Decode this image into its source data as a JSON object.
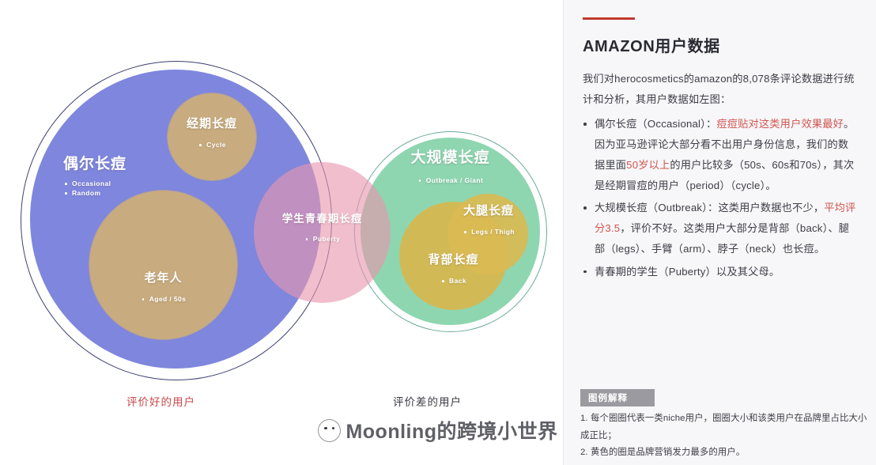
{
  "diagram": {
    "sets": [
      {
        "id": "occasional",
        "title": "偶尔长痘",
        "items": [
          "Occasional",
          "Random"
        ],
        "color": "#7e86dd"
      },
      {
        "id": "cycle",
        "title": "经期长痘",
        "items": [
          "Cycle"
        ],
        "color": "#c8ab7e"
      },
      {
        "id": "aged",
        "title": "老年人",
        "items": [
          "Aged / 50s"
        ],
        "color": "#c8ab7e"
      },
      {
        "id": "puberty",
        "title": "学生青春期长痘",
        "items": [
          "Puberty"
        ],
        "color": "#e996af"
      },
      {
        "id": "outbreak",
        "title": "大规模长痘",
        "items": [
          "Outbreak / Giant"
        ],
        "color": "#8ed6b0"
      },
      {
        "id": "legs",
        "title": "大腿长痘",
        "items": [
          "Legs / Thigh"
        ],
        "color": "#d9ba52"
      },
      {
        "id": "back",
        "title": "背部长痘",
        "items": [
          "Back"
        ],
        "color": "#d7b74e"
      }
    ],
    "footer_good": "评价好的用户",
    "footer_bad": "评价差的用户",
    "footer_good_color": "#c9484b",
    "footer_bad_color": "#3b3b45"
  },
  "panel": {
    "accent_color": "#c0392b",
    "title": "AMAZON用户数据",
    "lead": "我们对herocosmetics的amazon的8,078条评论数据进行统计和分析，其用户数据如左图：",
    "bullets": [
      {
        "parts": [
          {
            "text": "偶尔长痘（Occasional）：",
            "highlight": false
          },
          {
            "text": "痘痘贴对这类用户效果最好",
            "highlight": true
          },
          {
            "text": "。因为亚马逊评论大部分看不出用户身份信息，我们的数据里面",
            "highlight": false
          },
          {
            "text": "50岁以上",
            "highlight": true
          },
          {
            "text": "的用户比较多（50s、60s和70s），其次是经期冒痘的用户（period）（cycle）。",
            "highlight": false
          }
        ]
      },
      {
        "parts": [
          {
            "text": "大规模长痘（Outbreak）：这类用户数据也不少，",
            "highlight": false
          },
          {
            "text": "平均评分3.5",
            "highlight": true
          },
          {
            "text": "，评价不好。这类用户大部分是背部（back）、腿部（legs）、手臂（arm）、脖子（neck）也长痘。",
            "highlight": false
          }
        ]
      },
      {
        "parts": [
          {
            "text": "青春期的学生（Puberty）以及其父母。",
            "highlight": false
          }
        ]
      }
    ],
    "legend": {
      "badge": "图例解释",
      "lines": [
        "1. 每个圈圈代表一类niche用户，圈圈大小和该类用户在品牌里占比大小成正比；",
        "2. 黄色的圈是品牌营销发力最多的用户。"
      ]
    }
  },
  "watermark": {
    "text": "Moonling的跨境小世界"
  }
}
